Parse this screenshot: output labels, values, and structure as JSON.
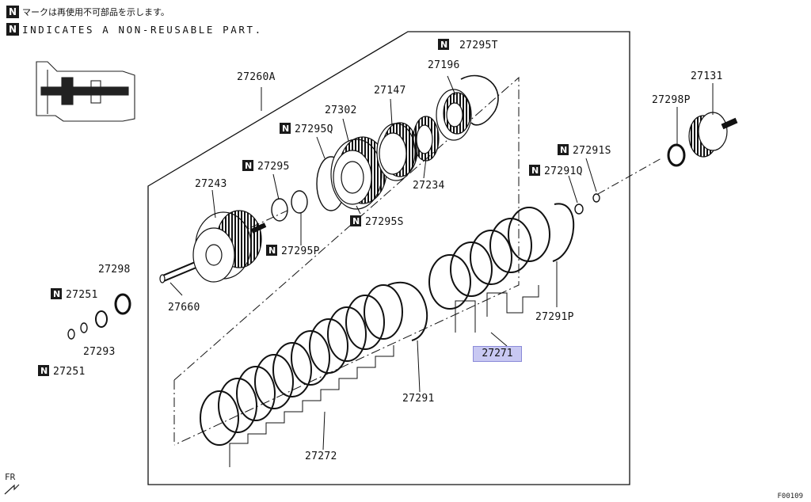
{
  "notes": {
    "jp": "マークは再使用不可部品を示します。",
    "en": "INDICATES A NON-REUSABLE PART.",
    "badge": "N"
  },
  "parts": {
    "p27295T": "27295T",
    "p27196": "27196",
    "p27260A": "27260A",
    "p27147": "27147",
    "p27302": "27302",
    "p27295Q": "27295Q",
    "p27295": "27295",
    "p27243": "27243",
    "p27234": "27234",
    "p27295S": "27295S",
    "p27295P": "27295P",
    "p27298": "27298",
    "p27251a": "27251",
    "p27660": "27660",
    "p27293": "27293",
    "p27251b": "27251",
    "p27131": "27131",
    "p27298P": "27298P",
    "p27291S": "27291S",
    "p27291Q": "27291Q",
    "p27291P": "27291P",
    "p27271": "27271",
    "p27291": "27291",
    "p27272": "27272"
  },
  "footer": {
    "fr": "FR",
    "figure_code": "F00109"
  },
  "colors": {
    "highlight": "#c8c8f2",
    "line": "#1a1a1a"
  }
}
